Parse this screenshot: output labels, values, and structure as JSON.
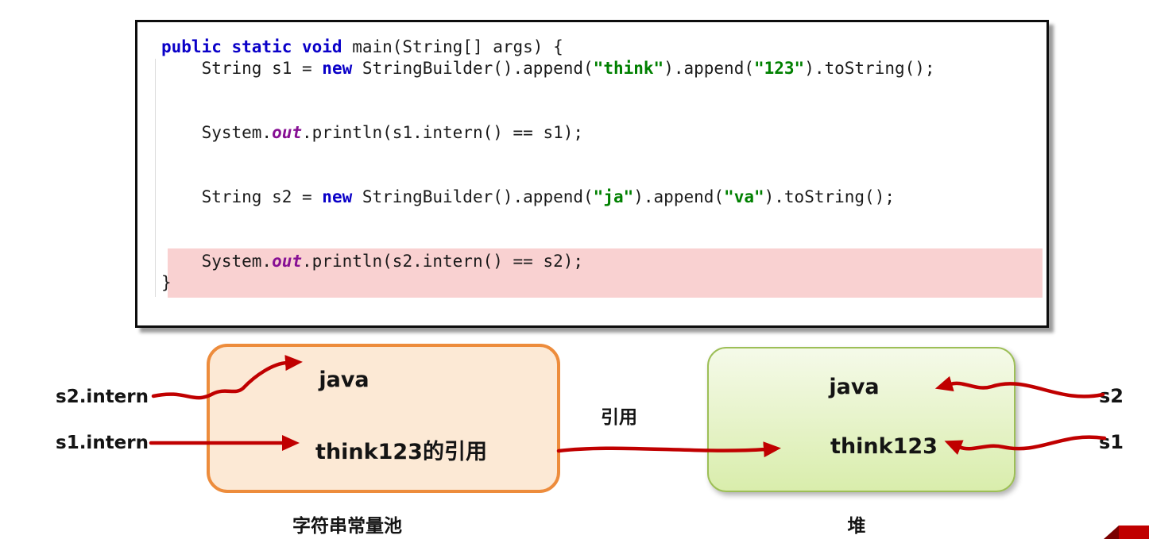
{
  "colors": {
    "keyword": "#0a00c8",
    "string": "#008000",
    "field": "#871094",
    "highlight": "#f9d1d1",
    "arrow": "#c00000",
    "pool_border": "#ed8c3c",
    "pool_fill": "#fce9d5",
    "heap_border": "#9dbf57",
    "heap_fill_top": "#f5fae9",
    "heap_fill_bottom": "#d9edac",
    "ribbon_red": "#c00000",
    "ribbon_dark": "#7a0000"
  },
  "code": {
    "lines": [
      {
        "segments": [
          {
            "t": "public static void",
            "c": "kw"
          },
          {
            "t": " main(String[] args) {",
            "c": "pl"
          }
        ]
      },
      {
        "segments": [
          {
            "t": "    String s1 = ",
            "c": "pl"
          },
          {
            "t": "new",
            "c": "kw"
          },
          {
            "t": " StringBuilder().append(",
            "c": "pl"
          },
          {
            "t": "\"think\"",
            "c": "str"
          },
          {
            "t": ").append(",
            "c": "pl"
          },
          {
            "t": "\"123\"",
            "c": "str"
          },
          {
            "t": ").toString();",
            "c": "pl"
          }
        ]
      },
      {
        "segments": []
      },
      {
        "segments": []
      },
      {
        "segments": [
          {
            "t": "    System.",
            "c": "pl"
          },
          {
            "t": "out",
            "c": "field"
          },
          {
            "t": ".println(s1.intern() == s1);",
            "c": "pl"
          }
        ]
      },
      {
        "segments": []
      },
      {
        "segments": []
      },
      {
        "segments": [
          {
            "t": "    String s2 = ",
            "c": "pl"
          },
          {
            "t": "new",
            "c": "kw"
          },
          {
            "t": " StringBuilder().append(",
            "c": "pl"
          },
          {
            "t": "\"ja\"",
            "c": "str"
          },
          {
            "t": ").append(",
            "c": "pl"
          },
          {
            "t": "\"va\"",
            "c": "str"
          },
          {
            "t": ").toString();",
            "c": "pl"
          }
        ]
      },
      {
        "segments": []
      },
      {
        "segments": []
      },
      {
        "segments": [
          {
            "t": "    System.",
            "c": "pl"
          },
          {
            "t": "out",
            "c": "field"
          },
          {
            "t": ".println(s2.intern() == s2);",
            "c": "pl"
          }
        ],
        "highlight": true
      },
      {
        "segments": [
          {
            "t": "}",
            "c": "pl"
          }
        ]
      }
    ]
  },
  "diagram": {
    "pool": {
      "item_java": "java",
      "item_ref": "think123的引用",
      "caption": "字符串常量池"
    },
    "heap": {
      "item_java": "java",
      "item_think": "think123",
      "caption": "堆"
    },
    "pointers": {
      "s2_intern": "s2.intern",
      "s1_intern": "s1.intern",
      "s2": "s2",
      "s1": "s1",
      "ref_label": "引用"
    }
  }
}
